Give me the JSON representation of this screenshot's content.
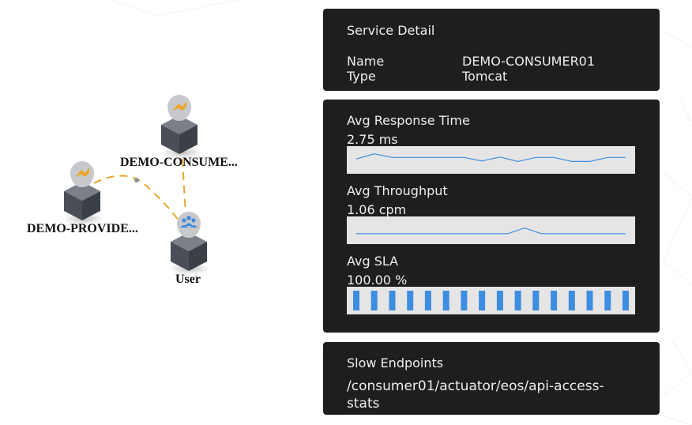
{
  "service_detail": {
    "title": "Service Detail",
    "name_label": "Name",
    "name_value": "DEMO-CONSUMER01",
    "type_label": "Type",
    "type_value": "Tomcat"
  },
  "metrics": {
    "response_time": {
      "title": "Avg Response Time",
      "value": "2.75 ms",
      "series": [
        2.6,
        3.1,
        2.75,
        2.75,
        2.75,
        2.75,
        2.75,
        2.4,
        2.8,
        2.35,
        2.75,
        2.75,
        2.35,
        2.35,
        2.75,
        2.75
      ]
    },
    "throughput": {
      "title": "Avg Throughput",
      "value": "1.06 cpm",
      "series": [
        1,
        1,
        1,
        1,
        1,
        1,
        1,
        1,
        1,
        1,
        2,
        1,
        1,
        1,
        1,
        1,
        1
      ]
    },
    "sla": {
      "title": "Avg SLA",
      "value": "100.00 %",
      "series": [
        100,
        100,
        100,
        100,
        100,
        100,
        100,
        100,
        100,
        100,
        100,
        100,
        100,
        100,
        100,
        100
      ]
    }
  },
  "slow_endpoints": {
    "title": "Slow Endpoints",
    "item": "/consumer01/actuator/eos/api-access-stats"
  },
  "topology": {
    "nodes": [
      {
        "label": "DEMO-CONSUME...",
        "icon": "tomcat-icon"
      },
      {
        "label": "DEMO-PROVIDE...",
        "icon": "tomcat-icon"
      },
      {
        "label": "User",
        "icon": "user-group-icon"
      }
    ]
  },
  "colors": {
    "panel_bg": "#1e1e1e",
    "spark_bg": "#e5e5e5",
    "line": "#3d8de0",
    "sla_bar": "#3d8de0",
    "edge": "#e8a72a"
  }
}
